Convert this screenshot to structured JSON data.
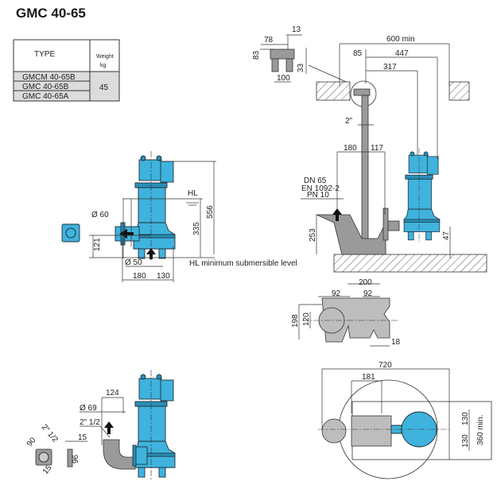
{
  "title": "GMC   40-65",
  "table": {
    "header_type": "TYPE",
    "header_weight_1": "Weight",
    "header_weight_2": "kg",
    "rows": [
      "GMCM 40-65B",
      "GMC    40-65B",
      "GMC    40-65A"
    ],
    "weight": "45"
  },
  "pump_front": {
    "d60": "Ø 60",
    "h121": "121",
    "d50": "Ø 50",
    "w180": "180",
    "w130": "130",
    "hl": "HL",
    "h335": "335",
    "h556": "556",
    "note": "HL minimum submersible level"
  },
  "bracket": {
    "d13": "13",
    "d78": "78",
    "d83": "83",
    "d33": "33",
    "d100": "100"
  },
  "installation": {
    "d600": "600 min",
    "d85": "85",
    "d447": "447",
    "d317": "317",
    "pipe": "2\"",
    "d180": "180",
    "d117": "117",
    "dn": "DN 65",
    "en": "EN 1092-2",
    "pn": "PN 10",
    "h253": "253",
    "h47": "47"
  },
  "foot_plan": {
    "d200": "200",
    "d92a": "92",
    "d92b": "92",
    "d198": "198",
    "d120": "120",
    "d18": "18"
  },
  "top_plan": {
    "d720": "720",
    "d181": "181",
    "d130a": "130",
    "d130b": "130",
    "d360": "360 min."
  },
  "elbow": {
    "d124": "124",
    "d69": "Ø 69",
    "pipe": "2\" 1/2",
    "flange_pipe": "2\" 1/2",
    "d90": "90",
    "d15a": "15",
    "d96": "96",
    "d15b": "15"
  }
}
